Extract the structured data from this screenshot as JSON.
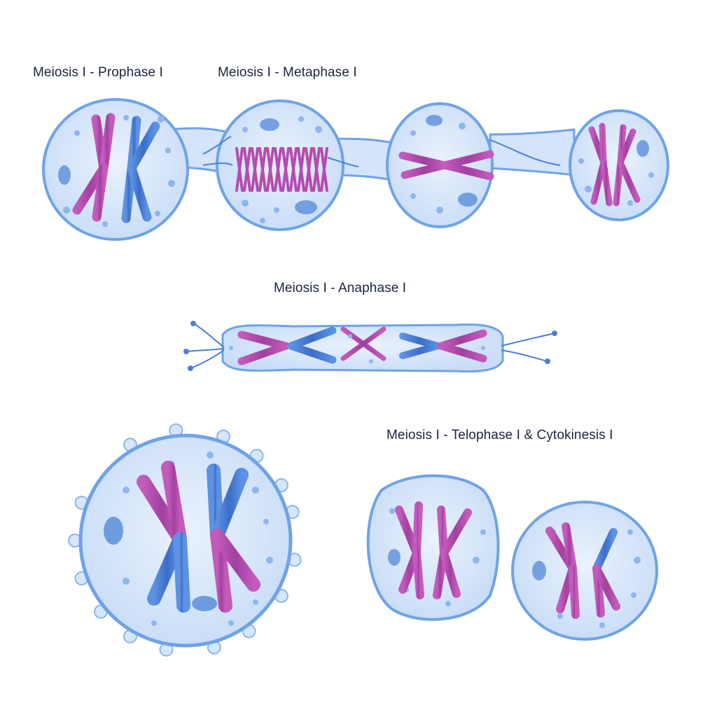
{
  "labels": {
    "prophase": "Meiosis I - Prophase I",
    "metaphase": "Meiosis I - Metaphase I",
    "anaphase": "Meiosis I - Anaphase I",
    "telophase": "Meiosis I - Telophase I & Cytokinesis I"
  },
  "colors": {
    "background": "#ffffff",
    "cell_fill": "#d6e6fb",
    "cell_stroke": "#6fa3e6",
    "nucleolus": "#5b8fd9",
    "chromosome_magenta": "#b54cb0",
    "chromosome_blue": "#4a7fd6",
    "label_text": "#1b2340"
  },
  "stages": [
    "prophase",
    "metaphase",
    "anaphase",
    "telophase"
  ]
}
